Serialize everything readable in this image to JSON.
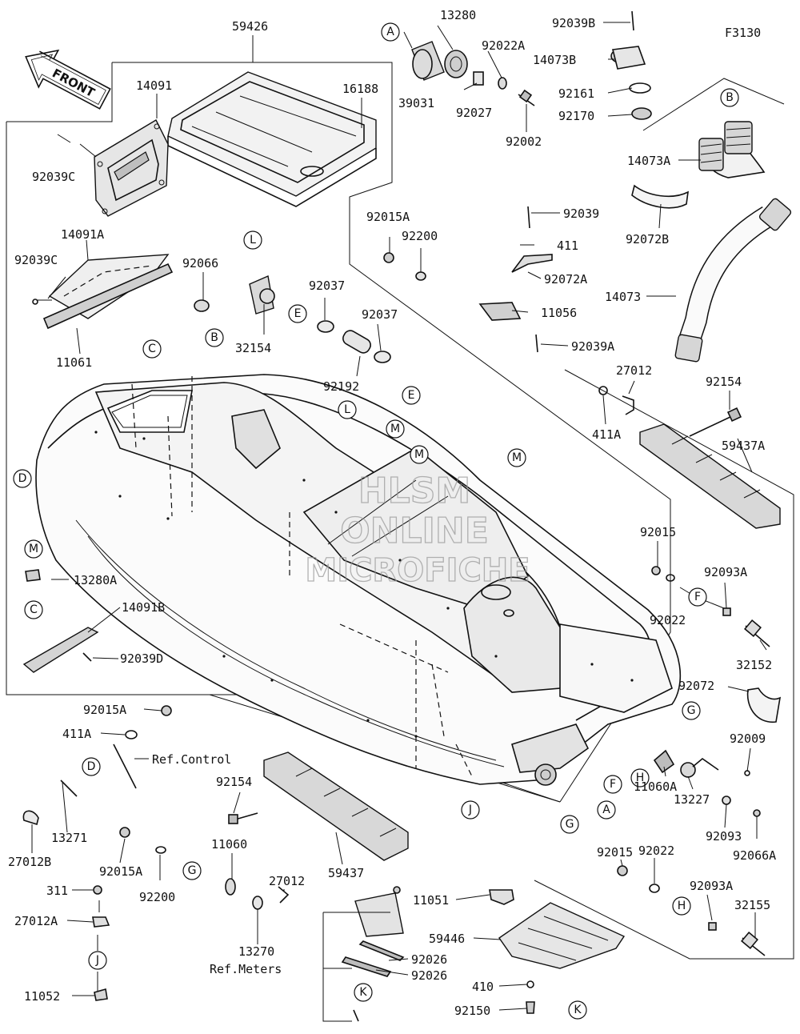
{
  "figure_code": "F3130",
  "front_label": "FRONT",
  "watermark": [
    "HLSM",
    "ONLINE",
    "MICROFICHE"
  ],
  "ref_labels": {
    "control": "Ref.Control",
    "meters": "Ref.Meters"
  },
  "parts": {
    "p59426": "59426",
    "p14091": "14091",
    "p16188": "16188",
    "p92039C_a": "92039C",
    "p14091A": "14091A",
    "p92039C_b": "92039C",
    "p11061": "11061",
    "p92066": "92066",
    "p13280": "13280",
    "p39031": "39031",
    "p92022A": "92022A",
    "p92027": "92027",
    "p92002": "92002",
    "p92039B": "92039B",
    "p14073B": "14073B",
    "p92161": "92161",
    "p92170": "92170",
    "p14073A": "14073A",
    "p92072B": "92072B",
    "p14073": "14073",
    "p92015A_a": "92015A",
    "p92200_a": "92200",
    "p92039": "92039",
    "p411_a": "411",
    "p92072A": "92072A",
    "p11056": "11056",
    "p92039A": "92039A",
    "p92037_a": "92037",
    "p92037_b": "92037",
    "p32154": "32154",
    "p92192": "92192",
    "p27012_a": "27012",
    "p411A_a": "411A",
    "p92154_a": "92154",
    "p59437A": "59437A",
    "p13280A": "13280A",
    "p14091B": "14091B",
    "p92039D": "92039D",
    "p92015_a": "92015",
    "p92093A_a": "92093A",
    "p92022_a": "92022",
    "p32152": "32152",
    "p92072": "92072",
    "p92009": "92009",
    "p11060A": "11060A",
    "p13227": "13227",
    "p92093": "92093",
    "p92066A": "92066A",
    "p92015_b": "92015",
    "p92022_b": "92022",
    "p92093A_b": "92093A",
    "p32155": "32155",
    "p92015A_b": "92015A",
    "p411A_b": "411A",
    "p13271": "13271",
    "p27012B": "27012B",
    "p92154_b": "92154",
    "p59437": "59437",
    "p11060": "11060",
    "p27012_b": "27012",
    "p92015A_c": "92015A",
    "p92200_b": "92200",
    "p13270": "13270",
    "p311": "311",
    "p27012A": "27012A",
    "p11052": "11052",
    "p11051": "11051",
    "p59446": "59446",
    "p92026_a": "92026",
    "p92026_b": "92026",
    "p410": "410",
    "p92150": "92150"
  },
  "callouts": {
    "A1": "A",
    "A2": "A",
    "B1": "B",
    "B2": "B",
    "C1": "C",
    "C2": "C",
    "D1": "D",
    "D2": "D",
    "E1": "E",
    "E2": "E",
    "F1": "F",
    "F2": "F",
    "G1": "G",
    "G2": "G",
    "G3": "G",
    "H1": "H",
    "H2": "H",
    "J1": "J",
    "J2": "J",
    "K1": "K",
    "K2": "K",
    "L1": "L",
    "L2": "L",
    "M1": "M",
    "M2": "M",
    "M3": "M",
    "M4": "M"
  }
}
